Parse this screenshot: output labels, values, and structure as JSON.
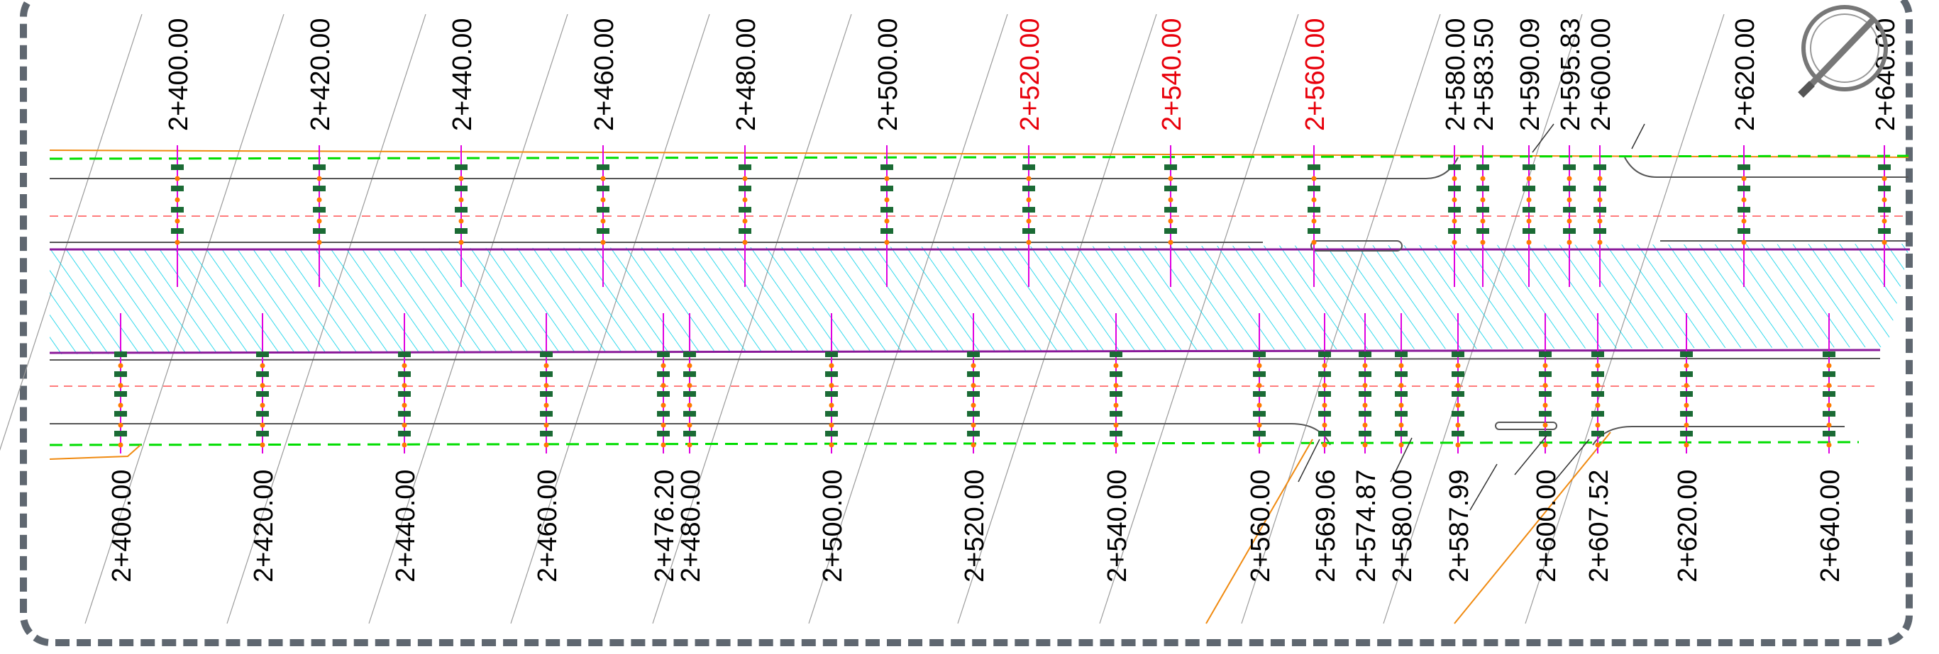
{
  "top_stations": [
    {
      "label": "2+400.00",
      "color": "#000000"
    },
    {
      "label": "2+420.00",
      "color": "#000000"
    },
    {
      "label": "2+440.00",
      "color": "#000000"
    },
    {
      "label": "2+460.00",
      "color": "#000000"
    },
    {
      "label": "2+480.00",
      "color": "#000000"
    },
    {
      "label": "2+500.00",
      "color": "#000000"
    },
    {
      "label": "2+520.00",
      "color": "#e8000b"
    },
    {
      "label": "2+540.00",
      "color": "#e8000b"
    },
    {
      "label": "2+560.00",
      "color": "#e8000b"
    },
    {
      "label": "2+580.00",
      "color": "#000000"
    },
    {
      "label": "2+583.50",
      "color": "#000000"
    },
    {
      "label": "2+590.09",
      "color": "#000000"
    },
    {
      "label": "2+595.83",
      "color": "#000000"
    },
    {
      "label": "2+600.00",
      "color": "#000000"
    },
    {
      "label": "2+620.00",
      "color": "#000000"
    },
    {
      "label": "2+640.00",
      "color": "#000000"
    }
  ],
  "bottom_stations": [
    {
      "label": "2+400.00"
    },
    {
      "label": "2+420.00"
    },
    {
      "label": "2+440.00"
    },
    {
      "label": "2+460.00"
    },
    {
      "label": "2+476.20"
    },
    {
      "label": "2+480.00"
    },
    {
      "label": "2+500.00"
    },
    {
      "label": "2+520.00"
    },
    {
      "label": "2+540.00"
    },
    {
      "label": "2+560.00"
    },
    {
      "label": "2+569.06"
    },
    {
      "label": "2+574.87"
    },
    {
      "label": "2+580.00"
    },
    {
      "label": "2+587.99"
    },
    {
      "label": "2+600.00"
    },
    {
      "label": "2+607.52"
    },
    {
      "label": "2+620.00"
    },
    {
      "label": "2+640.00"
    }
  ],
  "colors": {
    "station_line": "#e000e0",
    "hatch": "#00d0e8",
    "green_dash": "#00dd00",
    "red_dash": "#ff5050",
    "road_edge": "#555555",
    "orange_line": "#f08a10",
    "marker_green": "#1b6b35",
    "marker_orange": "#ff7a00",
    "frame": "#5f6770"
  },
  "icons": {
    "north_arrow": "compass-north-arrow-icon"
  }
}
